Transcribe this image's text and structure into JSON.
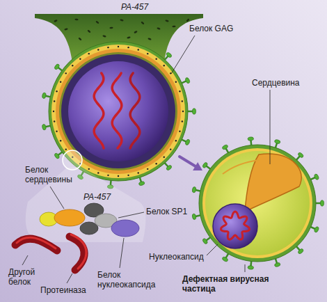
{
  "diagram": {
    "labels": [
      "PA-457",
      "Белок GAG",
      "Сердцевина",
      "Белок сердцевины",
      "PA-457",
      "Белок SP1",
      "Нуклеокапсид",
      "Другой белок",
      "Белок нуклеокапсида",
      "Протеиназа",
      "Дефектная вирусная частица"
    ]
  }
}
